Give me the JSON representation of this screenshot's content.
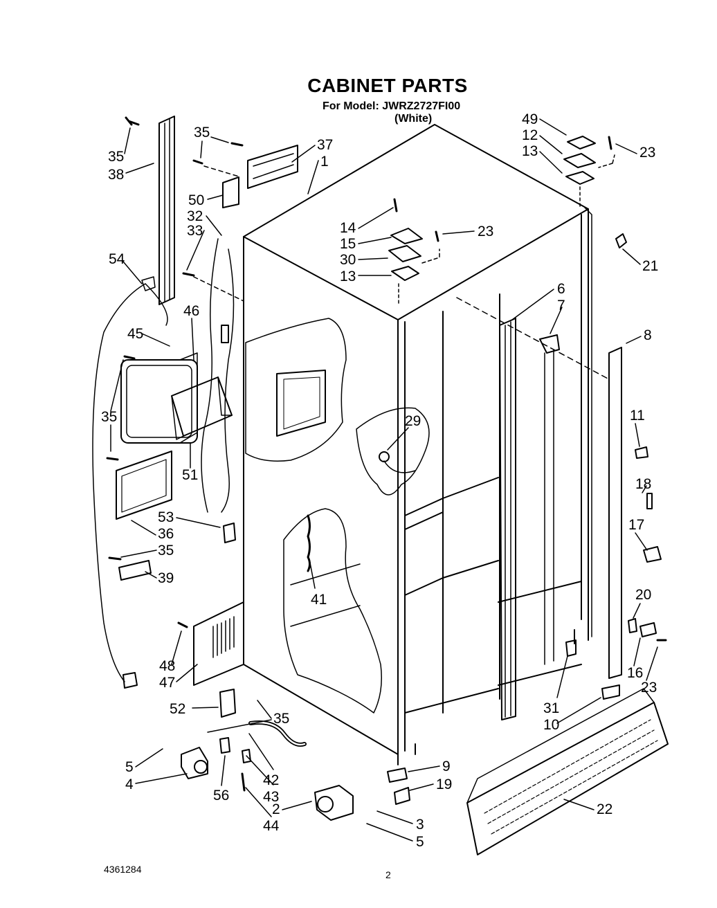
{
  "header": {
    "title": "CABINET PARTS",
    "model_line": "For Model: JWRZ2727FI00",
    "variant": "(White)"
  },
  "footer": {
    "doc_number": "4361284",
    "page_number": "2"
  },
  "colors": {
    "ink": "#000000",
    "paper": "#ffffff"
  },
  "callouts": [
    {
      "id": "c35a",
      "text": "35"
    },
    {
      "id": "c38",
      "text": "38"
    },
    {
      "id": "c35b",
      "text": "35"
    },
    {
      "id": "c37",
      "text": "37"
    },
    {
      "id": "c1",
      "text": "1"
    },
    {
      "id": "c50",
      "text": "50"
    },
    {
      "id": "c32",
      "text": "32"
    },
    {
      "id": "c33",
      "text": "33"
    },
    {
      "id": "c54",
      "text": "54"
    },
    {
      "id": "c46",
      "text": "46"
    },
    {
      "id": "c45",
      "text": "45"
    },
    {
      "id": "c35c",
      "text": "35"
    },
    {
      "id": "c51",
      "text": "51"
    },
    {
      "id": "c53",
      "text": "53"
    },
    {
      "id": "c36",
      "text": "36"
    },
    {
      "id": "c35d",
      "text": "35"
    },
    {
      "id": "c39",
      "text": "39"
    },
    {
      "id": "c48",
      "text": "48"
    },
    {
      "id": "c47",
      "text": "47"
    },
    {
      "id": "c52",
      "text": "52"
    },
    {
      "id": "c35e",
      "text": "35"
    },
    {
      "id": "c5a",
      "text": "5"
    },
    {
      "id": "c4",
      "text": "4"
    },
    {
      "id": "c56",
      "text": "56"
    },
    {
      "id": "c42",
      "text": "42"
    },
    {
      "id": "c43",
      "text": "43"
    },
    {
      "id": "c44",
      "text": "44"
    },
    {
      "id": "c2",
      "text": "2"
    },
    {
      "id": "c3",
      "text": "3"
    },
    {
      "id": "c5b",
      "text": "5"
    },
    {
      "id": "c9",
      "text": "9"
    },
    {
      "id": "c19",
      "text": "19"
    },
    {
      "id": "c22",
      "text": "22"
    },
    {
      "id": "c10",
      "text": "10"
    },
    {
      "id": "c31",
      "text": "31"
    },
    {
      "id": "c41",
      "text": "41"
    },
    {
      "id": "c29",
      "text": "29"
    },
    {
      "id": "c14",
      "text": "14"
    },
    {
      "id": "c15",
      "text": "15"
    },
    {
      "id": "c30",
      "text": "30"
    },
    {
      "id": "c13a",
      "text": "13"
    },
    {
      "id": "c23a",
      "text": "23"
    },
    {
      "id": "c49",
      "text": "49"
    },
    {
      "id": "c12",
      "text": "12"
    },
    {
      "id": "c13b",
      "text": "13"
    },
    {
      "id": "c23b",
      "text": "23"
    },
    {
      "id": "c21",
      "text": "21"
    },
    {
      "id": "c6",
      "text": "6"
    },
    {
      "id": "c7",
      "text": "7"
    },
    {
      "id": "c8",
      "text": "8"
    },
    {
      "id": "c11",
      "text": "11"
    },
    {
      "id": "c18",
      "text": "18"
    },
    {
      "id": "c17",
      "text": "17"
    },
    {
      "id": "c20",
      "text": "20"
    },
    {
      "id": "c16",
      "text": "16"
    },
    {
      "id": "c23c",
      "text": "23"
    }
  ]
}
